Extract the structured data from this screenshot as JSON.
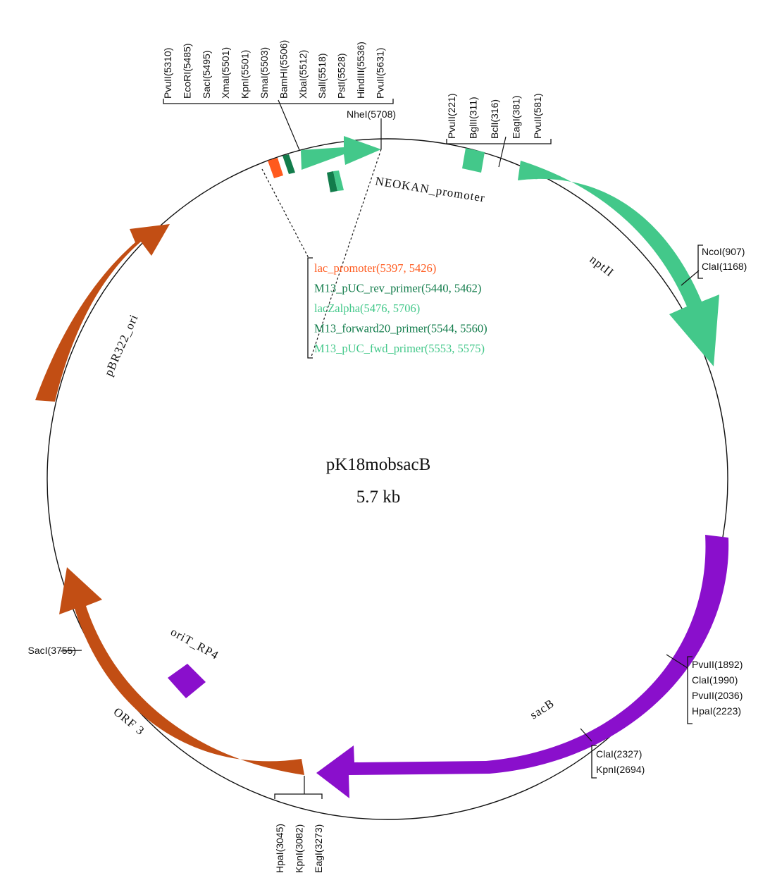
{
  "plasmid": {
    "name": "pK18mobsacB",
    "size": "5.7 kb"
  },
  "colors": {
    "green": "#43c88a",
    "dark_green": "#127c4b",
    "orange_red": "#ff5a1e",
    "brown": "#c24e14",
    "purple": "#8a0fcc",
    "backbone": "#111111"
  },
  "site_groups": {
    "mcs": [
      "PvuII(5310)",
      "EcoRI(5485)",
      "SacI(5495)",
      "XmaI(5501)",
      "KpnI(5501)",
      "SmaI(5503)",
      "BamHI(5506)",
      "XbaI(5512)",
      "SalI(5518)",
      "PstI(5528)",
      "HindIII(5536)",
      "PvuII(5631)"
    ],
    "nhei": [
      "NheI(5708)"
    ],
    "top_right": [
      "PvuII(221)",
      "BglII(311)",
      "BclI(316)",
      "EagI(381)",
      "PvuII(581)"
    ],
    "right": [
      "NcoI(907)",
      "ClaI(1168)"
    ],
    "lower_right": [
      "PvuII(1892)",
      "ClaI(1990)",
      "PvuII(2036)",
      "HpaI(2223)"
    ],
    "bottom_right": [
      "ClaI(2327)",
      "KpnI(2694)"
    ],
    "bottom": [
      "HpaI(3045)",
      "KpnI(3082)",
      "EagI(3273)"
    ],
    "left": [
      "SacI(3755)"
    ]
  },
  "feature_legend": [
    {
      "text": "lac_promoter(5397, 5426)",
      "color": "#ff5a1e"
    },
    {
      "text": "M13_pUC_rev_primer(5440, 5462)",
      "color": "#127c4b"
    },
    {
      "text": "lacZalpha(5476, 5706)",
      "color": "#43c88a"
    },
    {
      "text": "M13_forward20_primer(5544, 5560)",
      "color": "#127c4b"
    },
    {
      "text": "M13_pUC_fwd_primer(5553, 5575)",
      "color": "#43c88a"
    }
  ],
  "feature_labels": {
    "neokan_promoter": "NEOKAN_promoter",
    "nptii": "nptII",
    "sacb": "sacB",
    "orf3": "ORF 3",
    "orit": "oriT_RP4",
    "pbr322": "pBR322_ori"
  }
}
